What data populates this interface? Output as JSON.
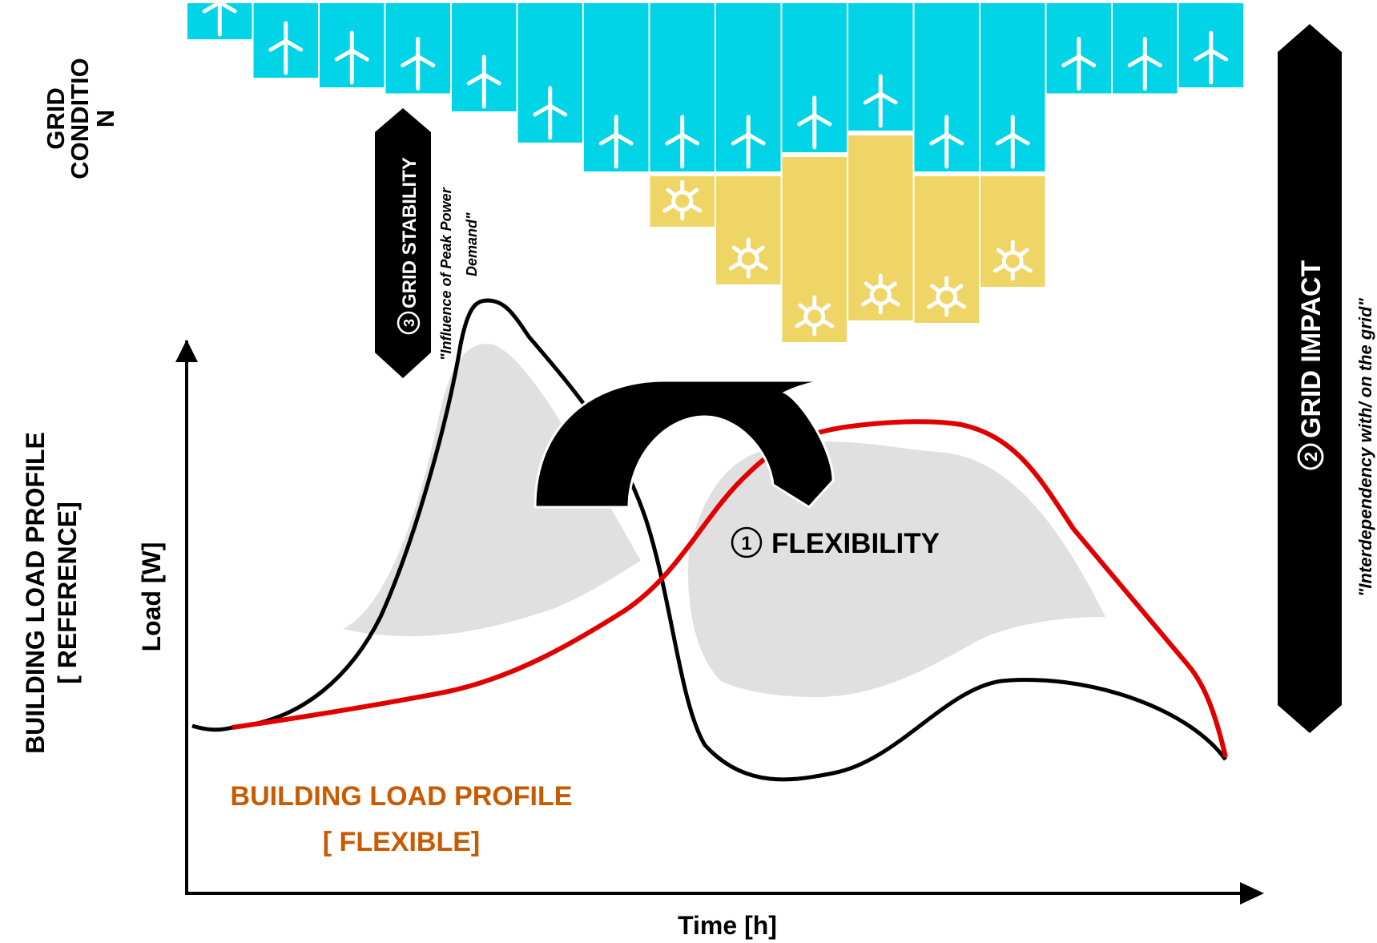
{
  "labels": {
    "grid_condition_line1": "GRID",
    "grid_condition_line2": "CONDITIO",
    "grid_condition_line3": "N",
    "reference_line1": "BUILDING LOAD PROFILE",
    "reference_line2": "[ REFERENCE]",
    "y_axis": "Load [W]",
    "x_axis": "Time [h]",
    "flexible_line1": "BUILDING LOAD PROFILE",
    "flexible_line2": "[ FLEXIBLE]",
    "flexibility": "FLEXIBILITY",
    "flexibility_number": "1",
    "grid_impact": "GRID IMPACT",
    "grid_impact_number": "2",
    "grid_impact_note": "\"Interdependency with/ on the grid\"",
    "grid_stability": "GRID STABILITY",
    "grid_stability_number": "3",
    "grid_stability_note_line1": "\"Influence of Peak Power",
    "grid_stability_note_line2": "Demand\""
  },
  "colors": {
    "wind": "#00d4e6",
    "solar": "#efd466",
    "reference_curve": "#000000",
    "flexible_curve": "#e00000",
    "flexible_label": "#c85a00",
    "flex_area": "#e0e0e0",
    "banner": "#000000"
  },
  "chart_data": {
    "type": "bar",
    "wind_levels": [
      0.3,
      0.62,
      0.7,
      0.75,
      0.9,
      1.16,
      1.4,
      1.4,
      1.4,
      1.24,
      1.06,
      1.4,
      1.4,
      0.75,
      0.75,
      0.7
    ],
    "solar_levels": [
      null,
      null,
      null,
      null,
      null,
      null,
      null,
      0.42,
      0.9,
      1.54,
      1.54,
      1.22,
      0.92,
      null,
      null,
      null
    ],
    "icons": {
      "wind": "wind-turbine-icon",
      "solar": "sun-icon"
    }
  }
}
